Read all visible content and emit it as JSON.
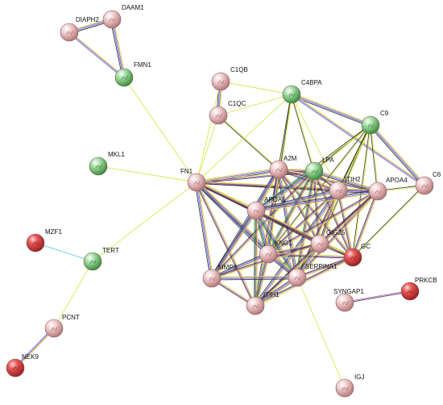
{
  "colors": {
    "pink": "#e7b8ba",
    "green": "#8fcf8f",
    "red": "#e04646",
    "edge_yellow": "#d4e43a",
    "edge_purple": "#b54ab8",
    "edge_blue": "#4d7fd8",
    "edge_black": "#333333",
    "edge_cyan": "#3cc3d0",
    "edge_green": "#3fae3f"
  },
  "nodes": [
    {
      "id": "DIAPH2",
      "label": "DIAPH2",
      "color": "pink"
    },
    {
      "id": "DAAM1",
      "label": "DAAM1",
      "color": "pink"
    },
    {
      "id": "FMN1",
      "label": "FMN1",
      "color": "green"
    },
    {
      "id": "C1QB",
      "label": "C1QB",
      "color": "pink"
    },
    {
      "id": "C1QC",
      "label": "C1QC",
      "color": "pink"
    },
    {
      "id": "C4BPA",
      "label": "C4BPA",
      "color": "green"
    },
    {
      "id": "C9",
      "label": "C9",
      "color": "green"
    },
    {
      "id": "MKL1",
      "label": "MKL1",
      "color": "green"
    },
    {
      "id": "FN1",
      "label": "FN1",
      "color": "pink"
    },
    {
      "id": "A2M",
      "label": "A2M",
      "color": "pink"
    },
    {
      "id": "LPA",
      "label": "LPA",
      "color": "green"
    },
    {
      "id": "ITIH2",
      "label": "ITIH2",
      "color": "pink"
    },
    {
      "id": "APOA4",
      "label": "APOA4",
      "color": "pink"
    },
    {
      "id": "C6",
      "label": "C6",
      "color": "pink"
    },
    {
      "id": "APOA1",
      "label": "APOA1",
      "color": "pink"
    },
    {
      "id": "GIG25",
      "label": "GIG25",
      "color": "pink"
    },
    {
      "id": "GC",
      "label": "GC",
      "color": "red"
    },
    {
      "id": "KNG1",
      "label": "KNG1",
      "color": "pink"
    },
    {
      "id": "MZF1",
      "label": "MZF1",
      "color": "red"
    },
    {
      "id": "TERT",
      "label": "TERT",
      "color": "green"
    },
    {
      "id": "MMP9",
      "label": "MMP9",
      "color": "pink"
    },
    {
      "id": "SERPINA1",
      "label": "SERPINA1",
      "color": "pink"
    },
    {
      "id": "ITIH1",
      "label": "ITIH1",
      "color": "pink"
    },
    {
      "id": "SYNGAP1",
      "label": "SYNGAP1",
      "color": "pink"
    },
    {
      "id": "PRKCB",
      "label": "PRKCB",
      "color": "red"
    },
    {
      "id": "PCNT",
      "label": "PCNT",
      "color": "pink"
    },
    {
      "id": "NEK9",
      "label": "NEK9",
      "color": "red"
    },
    {
      "id": "IGJ",
      "label": "IGJ",
      "color": "pink"
    }
  ],
  "edges": [
    {
      "source": "DIAPH2",
      "target": "DAAM1",
      "types": [
        "edge_yellow",
        "edge_purple",
        "edge_blue",
        "edge_black"
      ]
    },
    {
      "source": "DIAPH2",
      "target": "FMN1",
      "types": [
        "edge_yellow",
        "edge_purple",
        "edge_blue"
      ]
    },
    {
      "source": "DAAM1",
      "target": "FMN1",
      "types": [
        "edge_yellow",
        "edge_purple",
        "edge_blue",
        "edge_black"
      ]
    },
    {
      "source": "FMN1",
      "target": "FN1",
      "types": [
        "edge_yellow"
      ]
    },
    {
      "source": "MKL1",
      "target": "FN1",
      "types": [
        "edge_yellow"
      ]
    },
    {
      "source": "TERT",
      "target": "FN1",
      "types": [
        "edge_yellow"
      ]
    },
    {
      "source": "MZF1",
      "target": "TERT",
      "types": [
        "edge_cyan"
      ]
    },
    {
      "source": "TERT",
      "target": "PCNT",
      "types": [
        "edge_yellow"
      ]
    },
    {
      "source": "PCNT",
      "target": "NEK9",
      "types": [
        "edge_yellow",
        "edge_purple",
        "edge_blue"
      ]
    },
    {
      "source": "SYNGAP1",
      "target": "PRKCB",
      "types": [
        "edge_purple",
        "edge_black"
      ]
    },
    {
      "source": "SERPINA1",
      "target": "IGJ",
      "types": [
        "edge_yellow"
      ]
    },
    {
      "source": "C1QB",
      "target": "C1QC",
      "types": [
        "edge_yellow",
        "edge_purple",
        "edge_blue",
        "edge_black"
      ]
    },
    {
      "source": "C1QB",
      "target": "C4BPA",
      "types": [
        "edge_yellow"
      ]
    },
    {
      "source": "C1QC",
      "target": "C4BPA",
      "types": [
        "edge_yellow"
      ]
    },
    {
      "source": "C1QB",
      "target": "FN1",
      "types": [
        "edge_yellow"
      ]
    },
    {
      "source": "C1QC",
      "target": "FN1",
      "types": [
        "edge_yellow"
      ]
    },
    {
      "source": "C1QC",
      "target": "A2M",
      "types": [
        "edge_yellow",
        "edge_black"
      ]
    },
    {
      "source": "C4BPA",
      "target": "C9",
      "types": [
        "edge_yellow",
        "edge_purple",
        "edge_blue",
        "edge_black"
      ]
    },
    {
      "source": "C4BPA",
      "target": "C6",
      "types": [
        "edge_yellow",
        "edge_purple",
        "edge_blue"
      ]
    },
    {
      "source": "C4BPA",
      "target": "FN1",
      "types": [
        "edge_yellow"
      ]
    },
    {
      "source": "C4BPA",
      "target": "A2M",
      "types": [
        "edge_yellow",
        "edge_black"
      ]
    },
    {
      "source": "C4BPA",
      "target": "LPA",
      "types": [
        "edge_yellow",
        "edge_black"
      ]
    },
    {
      "source": "C4BPA",
      "target": "KNG1",
      "types": [
        "edge_yellow",
        "edge_black"
      ]
    },
    {
      "source": "C4BPA",
      "target": "ITIH2",
      "types": [
        "edge_yellow"
      ]
    },
    {
      "source": "C9",
      "target": "C6",
      "types": [
        "edge_yellow",
        "edge_purple",
        "edge_blue",
        "edge_black"
      ]
    },
    {
      "source": "C9",
      "target": "APOA4",
      "types": [
        "edge_yellow",
        "edge_black"
      ]
    },
    {
      "source": "C9",
      "target": "LPA",
      "types": [
        "edge_yellow",
        "edge_black"
      ]
    },
    {
      "source": "C9",
      "target": "ITIH2",
      "types": [
        "edge_yellow",
        "edge_black"
      ]
    },
    {
      "source": "C9",
      "target": "APOA1",
      "types": [
        "edge_yellow",
        "edge_black"
      ]
    },
    {
      "source": "C9",
      "target": "KNG1",
      "types": [
        "edge_yellow",
        "edge_black"
      ]
    },
    {
      "source": "C9",
      "target": "GIG25",
      "types": [
        "edge_yellow",
        "edge_black"
      ]
    },
    {
      "source": "C9",
      "target": "GC",
      "types": [
        "edge_yellow",
        "edge_black"
      ]
    },
    {
      "source": "C9",
      "target": "SERPINA1",
      "types": [
        "edge_yellow",
        "edge_black"
      ]
    },
    {
      "source": "C6",
      "target": "APOA4",
      "types": [
        "edge_yellow",
        "edge_black"
      ]
    },
    {
      "source": "C6",
      "target": "GC",
      "types": [
        "edge_yellow",
        "edge_black"
      ]
    },
    {
      "source": "FN1",
      "target": "A2M",
      "types": [
        "edge_yellow",
        "edge_purple",
        "edge_blue",
        "edge_black"
      ]
    },
    {
      "source": "FN1",
      "target": "LPA",
      "types": [
        "edge_yellow",
        "edge_purple",
        "edge_black"
      ]
    },
    {
      "source": "FN1",
      "target": "ITIH2",
      "types": [
        "edge_yellow",
        "edge_purple",
        "edge_black"
      ]
    },
    {
      "source": "FN1",
      "target": "APOA4",
      "types": [
        "edge_yellow",
        "edge_purple",
        "edge_black"
      ]
    },
    {
      "source": "FN1",
      "target": "APOA1",
      "types": [
        "edge_yellow",
        "edge_purple",
        "edge_blue",
        "edge_black"
      ]
    },
    {
      "source": "FN1",
      "target": "KNG1",
      "types": [
        "edge_yellow",
        "edge_purple",
        "edge_blue",
        "edge_black"
      ]
    },
    {
      "source": "FN1",
      "target": "GIG25",
      "types": [
        "edge_yellow",
        "edge_purple",
        "edge_black"
      ]
    },
    {
      "source": "FN1",
      "target": "GC",
      "types": [
        "edge_yellow",
        "edge_purple",
        "edge_black"
      ]
    },
    {
      "source": "FN1",
      "target": "MMP9",
      "types": [
        "edge_yellow",
        "edge_purple",
        "edge_blue",
        "edge_black"
      ]
    },
    {
      "source": "FN1",
      "target": "SERPINA1",
      "types": [
        "edge_yellow",
        "edge_purple",
        "edge_blue",
        "edge_black"
      ]
    },
    {
      "source": "FN1",
      "target": "ITIH1",
      "types": [
        "edge_yellow",
        "edge_purple",
        "edge_black"
      ]
    },
    {
      "source": "A2M",
      "target": "LPA",
      "types": [
        "edge_yellow",
        "edge_purple",
        "edge_black"
      ]
    },
    {
      "source": "A2M",
      "target": "ITIH2",
      "types": [
        "edge_yellow",
        "edge_purple",
        "edge_black"
      ]
    },
    {
      "source": "A2M",
      "target": "APOA4",
      "types": [
        "edge_yellow",
        "edge_purple",
        "edge_black"
      ]
    },
    {
      "source": "A2M",
      "target": "APOA1",
      "types": [
        "edge_yellow",
        "edge_purple",
        "edge_blue",
        "edge_black"
      ]
    },
    {
      "source": "A2M",
      "target": "KNG1",
      "types": [
        "edge_yellow",
        "edge_purple",
        "edge_blue",
        "edge_black"
      ]
    },
    {
      "source": "A2M",
      "target": "GIG25",
      "types": [
        "edge_yellow",
        "edge_purple",
        "edge_black"
      ]
    },
    {
      "source": "A2M",
      "target": "GC",
      "types": [
        "edge_yellow",
        "edge_purple",
        "edge_black"
      ]
    },
    {
      "source": "A2M",
      "target": "MMP9",
      "types": [
        "edge_yellow",
        "edge_purple",
        "edge_blue",
        "edge_black"
      ]
    },
    {
      "source": "A2M",
      "target": "SERPINA1",
      "types": [
        "edge_yellow",
        "edge_purple",
        "edge_blue",
        "edge_black"
      ]
    },
    {
      "source": "A2M",
      "target": "ITIH1",
      "types": [
        "edge_yellow",
        "edge_purple",
        "edge_black"
      ]
    },
    {
      "source": "LPA",
      "target": "ITIH2",
      "types": [
        "edge_yellow",
        "edge_purple",
        "edge_black"
      ]
    },
    {
      "source": "LPA",
      "target": "APOA4",
      "types": [
        "edge_yellow",
        "edge_purple",
        "edge_blue",
        "edge_black"
      ]
    },
    {
      "source": "LPA",
      "target": "APOA1",
      "types": [
        "edge_yellow",
        "edge_purple",
        "edge_blue",
        "edge_black",
        "edge_cyan"
      ]
    },
    {
      "source": "LPA",
      "target": "KNG1",
      "types": [
        "edge_yellow",
        "edge_purple",
        "edge_black",
        "edge_green"
      ]
    },
    {
      "source": "LPA",
      "target": "GIG25",
      "types": [
        "edge_yellow",
        "edge_purple",
        "edge_black"
      ]
    },
    {
      "source": "LPA",
      "target": "GC",
      "types": [
        "edge_yellow",
        "edge_purple",
        "edge_black"
      ]
    },
    {
      "source": "LPA",
      "target": "SERPINA1",
      "types": [
        "edge_yellow",
        "edge_purple",
        "edge_black",
        "edge_green"
      ]
    },
    {
      "source": "LPA",
      "target": "MMP9",
      "types": [
        "edge_yellow",
        "edge_purple",
        "edge_black"
      ]
    },
    {
      "source": "ITIH2",
      "target": "APOA4",
      "types": [
        "edge_yellow",
        "edge_purple",
        "edge_blue",
        "edge_black"
      ]
    },
    {
      "source": "ITIH2",
      "target": "APOA1",
      "types": [
        "edge_yellow",
        "edge_purple",
        "edge_blue",
        "edge_black"
      ]
    },
    {
      "source": "ITIH2",
      "target": "KNG1",
      "types": [
        "edge_yellow",
        "edge_purple",
        "edge_black"
      ]
    },
    {
      "source": "ITIH2",
      "target": "GIG25",
      "types": [
        "edge_yellow",
        "edge_purple",
        "edge_black"
      ]
    },
    {
      "source": "ITIH2",
      "target": "GC",
      "types": [
        "edge_yellow",
        "edge_purple",
        "edge_black"
      ]
    },
    {
      "source": "ITIH2",
      "target": "SERPINA1",
      "types": [
        "edge_yellow",
        "edge_purple",
        "edge_black"
      ]
    },
    {
      "source": "ITIH2",
      "target": "ITIH1",
      "types": [
        "edge_yellow",
        "edge_purple",
        "edge_blue",
        "edge_black"
      ]
    },
    {
      "source": "APOA4",
      "target": "APOA1",
      "types": [
        "edge_yellow",
        "edge_purple",
        "edge_blue",
        "edge_black"
      ]
    },
    {
      "source": "APOA4",
      "target": "KNG1",
      "types": [
        "edge_yellow",
        "edge_purple",
        "edge_black"
      ]
    },
    {
      "source": "APOA4",
      "target": "GIG25",
      "types": [
        "edge_yellow",
        "edge_purple",
        "edge_black"
      ]
    },
    {
      "source": "APOA4",
      "target": "GC",
      "types": [
        "edge_yellow",
        "edge_purple",
        "edge_black"
      ]
    },
    {
      "source": "APOA4",
      "target": "SERPINA1",
      "types": [
        "edge_yellow",
        "edge_purple",
        "edge_black"
      ]
    },
    {
      "source": "APOA4",
      "target": "ITIH1",
      "types": [
        "edge_yellow",
        "edge_purple",
        "edge_black"
      ]
    },
    {
      "source": "APOA1",
      "target": "KNG1",
      "types": [
        "edge_yellow",
        "edge_purple",
        "edge_blue",
        "edge_black",
        "edge_green"
      ]
    },
    {
      "source": "APOA1",
      "target": "GIG25",
      "types": [
        "edge_yellow",
        "edge_purple",
        "edge_black"
      ]
    },
    {
      "source": "APOA1",
      "target": "GC",
      "types": [
        "edge_yellow",
        "edge_purple",
        "edge_black"
      ]
    },
    {
      "source": "APOA1",
      "target": "MMP9",
      "types": [
        "edge_yellow",
        "edge_purple",
        "edge_blue",
        "edge_black"
      ]
    },
    {
      "source": "APOA1",
      "target": "SERPINA1",
      "types": [
        "edge_yellow",
        "edge_purple",
        "edge_blue",
        "edge_black",
        "edge_green"
      ]
    },
    {
      "source": "APOA1",
      "target": "ITIH1",
      "types": [
        "edge_yellow",
        "edge_purple",
        "edge_black",
        "edge_green"
      ]
    },
    {
      "source": "KNG1",
      "target": "GIG25",
      "types": [
        "edge_yellow",
        "edge_purple",
        "edge_black"
      ]
    },
    {
      "source": "KNG1",
      "target": "GC",
      "types": [
        "edge_yellow",
        "edge_purple",
        "edge_black"
      ]
    },
    {
      "source": "KNG1",
      "target": "MMP9",
      "types": [
        "edge_yellow",
        "edge_purple",
        "edge_blue",
        "edge_black"
      ]
    },
    {
      "source": "KNG1",
      "target": "SERPINA1",
      "types": [
        "edge_yellow",
        "edge_purple",
        "edge_blue",
        "edge_black"
      ]
    },
    {
      "source": "KNG1",
      "target": "ITIH1",
      "types": [
        "edge_yellow",
        "edge_purple",
        "edge_black",
        "edge_green"
      ]
    },
    {
      "source": "GIG25",
      "target": "GC",
      "types": [
        "edge_yellow",
        "edge_purple",
        "edge_black"
      ]
    },
    {
      "source": "GIG25",
      "target": "SERPINA1",
      "types": [
        "edge_yellow",
        "edge_purple",
        "edge_blue",
        "edge_black"
      ]
    },
    {
      "source": "GIG25",
      "target": "MMP9",
      "types": [
        "edge_yellow",
        "edge_purple",
        "edge_black"
      ]
    },
    {
      "source": "GIG25",
      "target": "ITIH1",
      "types": [
        "edge_yellow",
        "edge_purple",
        "edge_black"
      ]
    },
    {
      "source": "GC",
      "target": "SERPINA1",
      "types": [
        "edge_yellow",
        "edge_purple",
        "edge_black"
      ]
    },
    {
      "source": "GC",
      "target": "ITIH1",
      "types": [
        "edge_yellow",
        "edge_purple",
        "edge_black"
      ]
    },
    {
      "source": "MMP9",
      "target": "SERPINA1",
      "types": [
        "edge_yellow",
        "edge_purple",
        "edge_blue",
        "edge_black"
      ]
    },
    {
      "source": "MMP9",
      "target": "ITIH1",
      "types": [
        "edge_yellow",
        "edge_purple",
        "edge_black"
      ]
    },
    {
      "source": "SERPINA1",
      "target": "ITIH1",
      "types": [
        "edge_yellow",
        "edge_purple",
        "edge_blue",
        "edge_black"
      ]
    }
  ]
}
